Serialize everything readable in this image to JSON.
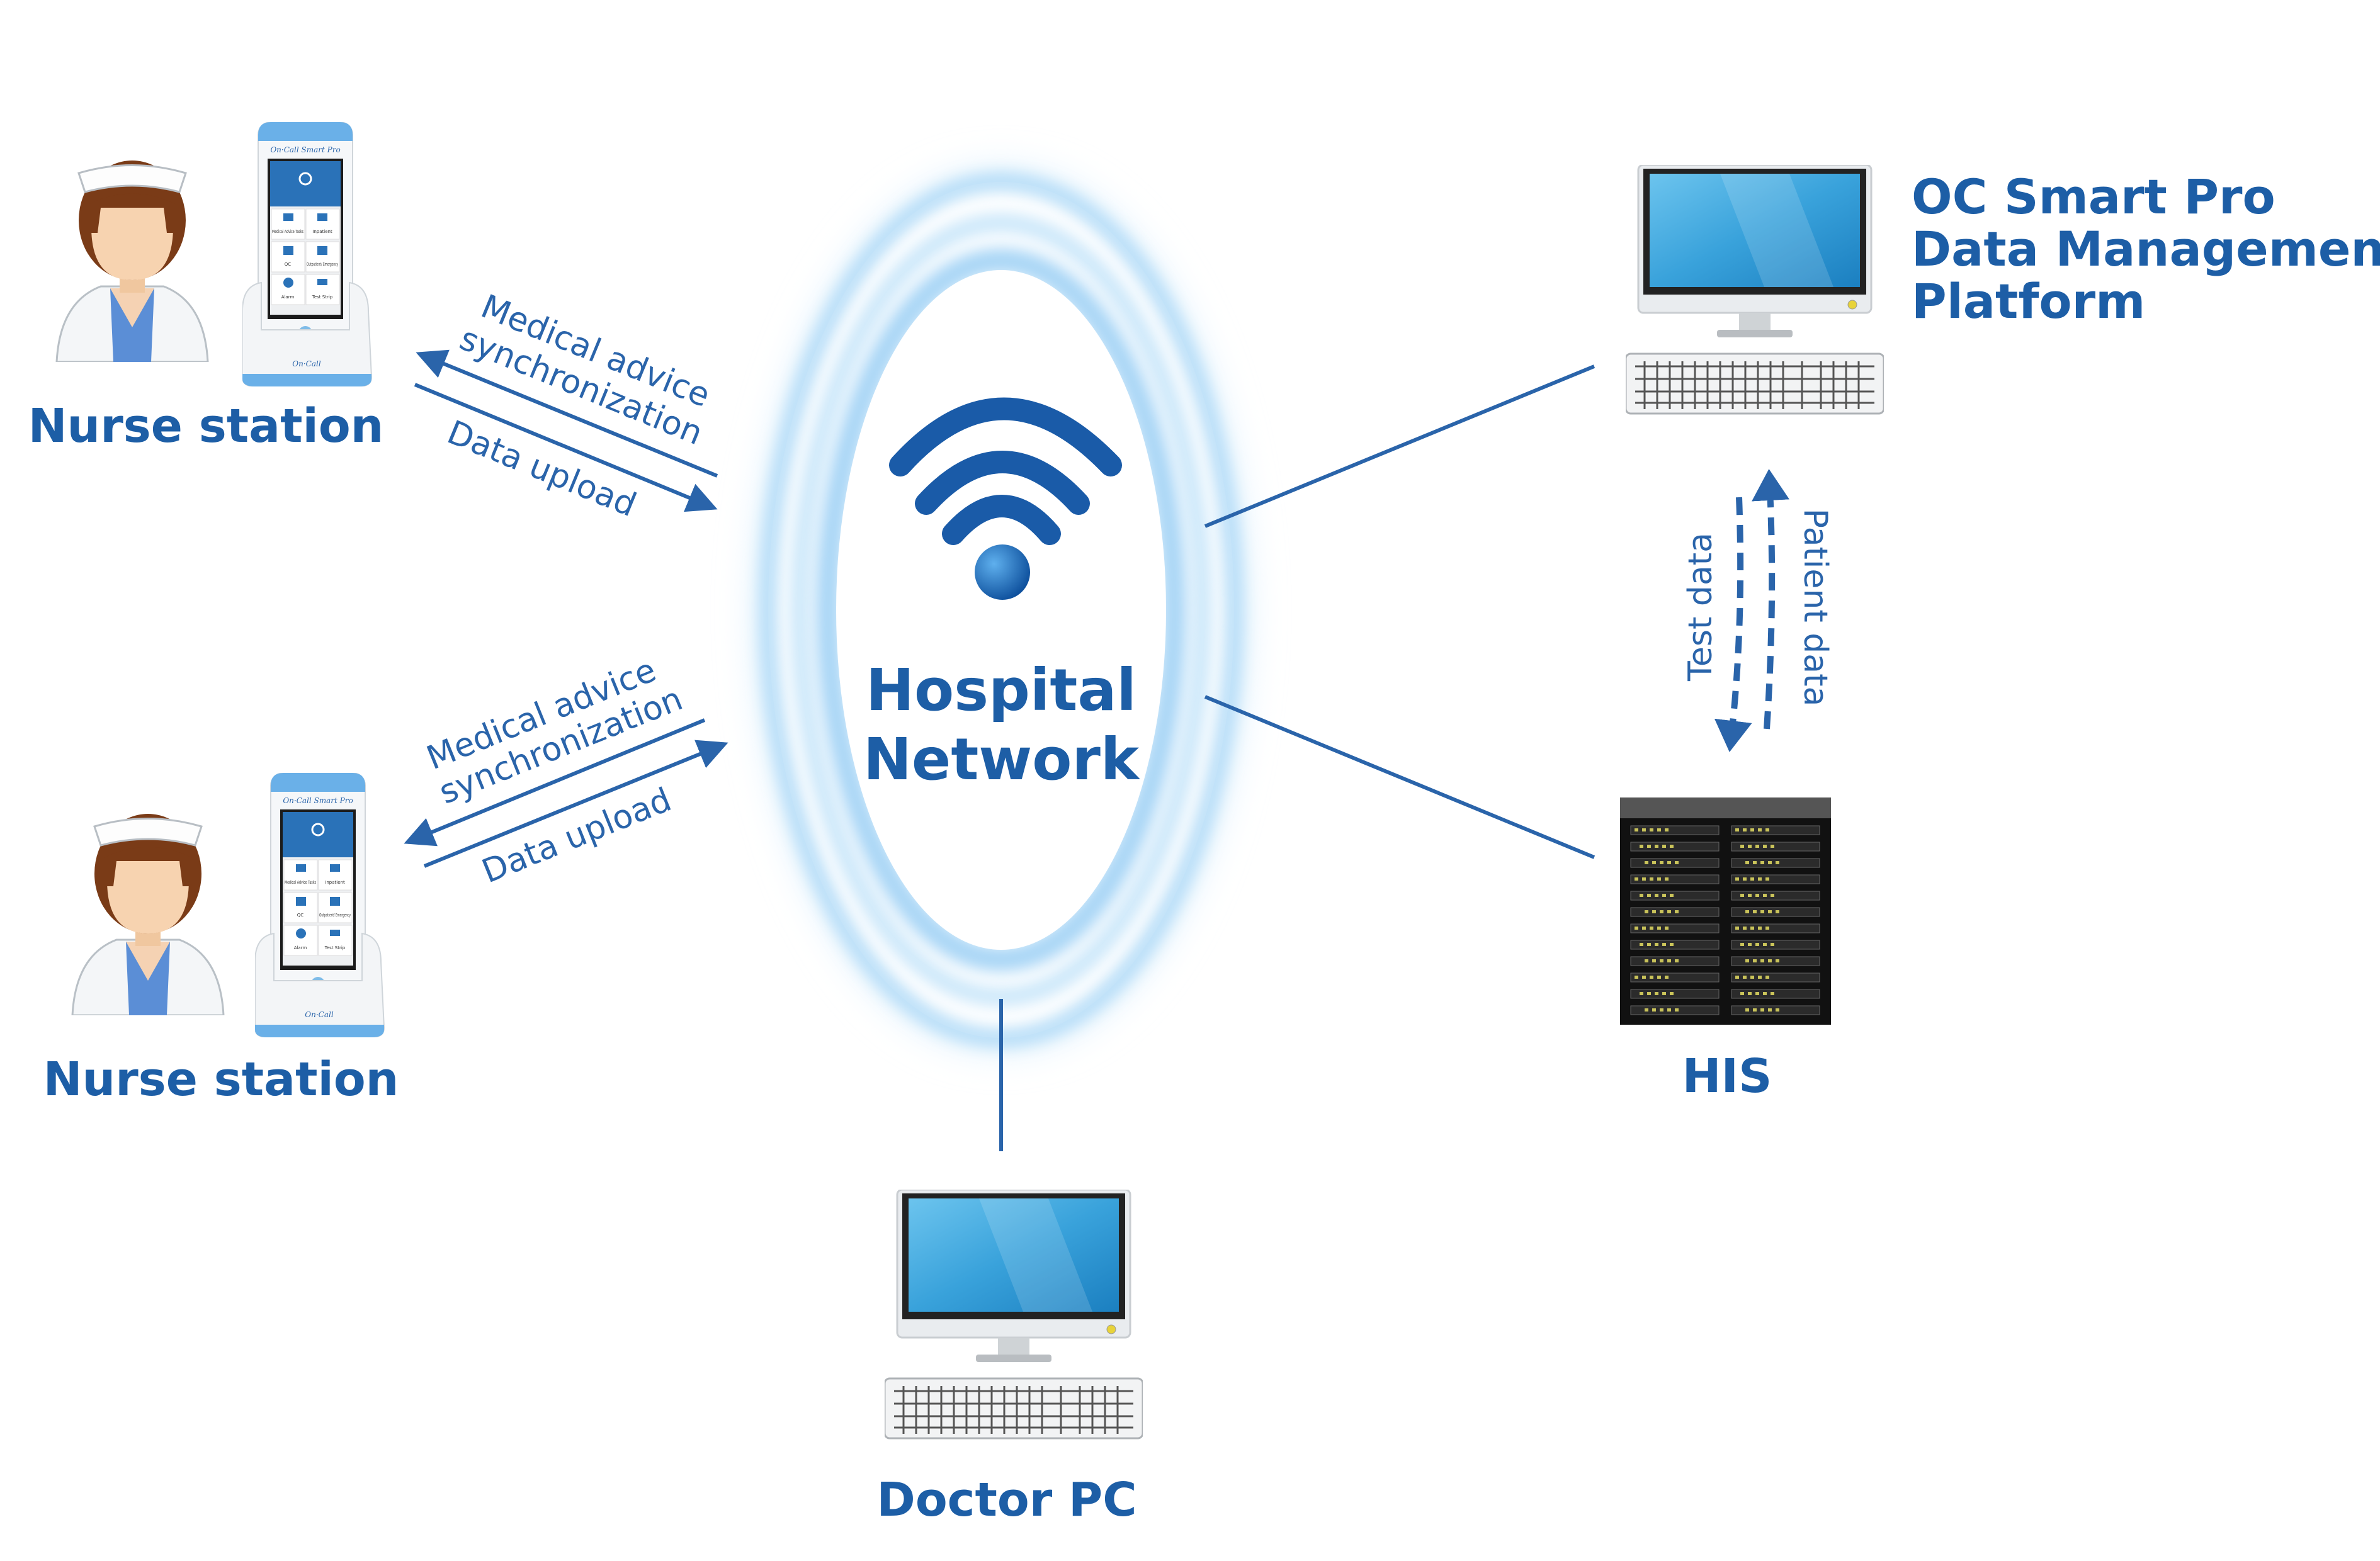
{
  "network": {
    "line1": "Hospital",
    "line2": "Network",
    "icon": "wifi-icon"
  },
  "nurse_station_top": {
    "label": "Nurse station",
    "flow_sync_line1": "Medical advice",
    "flow_sync_line2": "synchronization",
    "flow_upload": "Data upload"
  },
  "nurse_station_bottom": {
    "label": "Nurse station",
    "flow_sync_line1": "Medical advice",
    "flow_sync_line2": "synchronization",
    "flow_upload": "Data upload"
  },
  "device": {
    "brand": "On·Call Smart Pro",
    "dock_brand": "On·Call",
    "tiles": [
      "Medical Advice Tasks",
      "Inpatient",
      "QC",
      "Outpatient/ Emergency",
      "Alarm",
      "Test Strip"
    ]
  },
  "platform": {
    "line1": "OC Smart Pro",
    "line2": "Data Management",
    "line3": "Platform"
  },
  "his": {
    "label": "HIS",
    "flow_down": "Test data",
    "flow_up": "Patient data"
  },
  "doctor": {
    "label": "Doctor PC"
  },
  "colors": {
    "text": "#1d5ea6",
    "line": "#2a64aa",
    "screen": "#3aa3db",
    "glow": "#bfe3fb"
  }
}
